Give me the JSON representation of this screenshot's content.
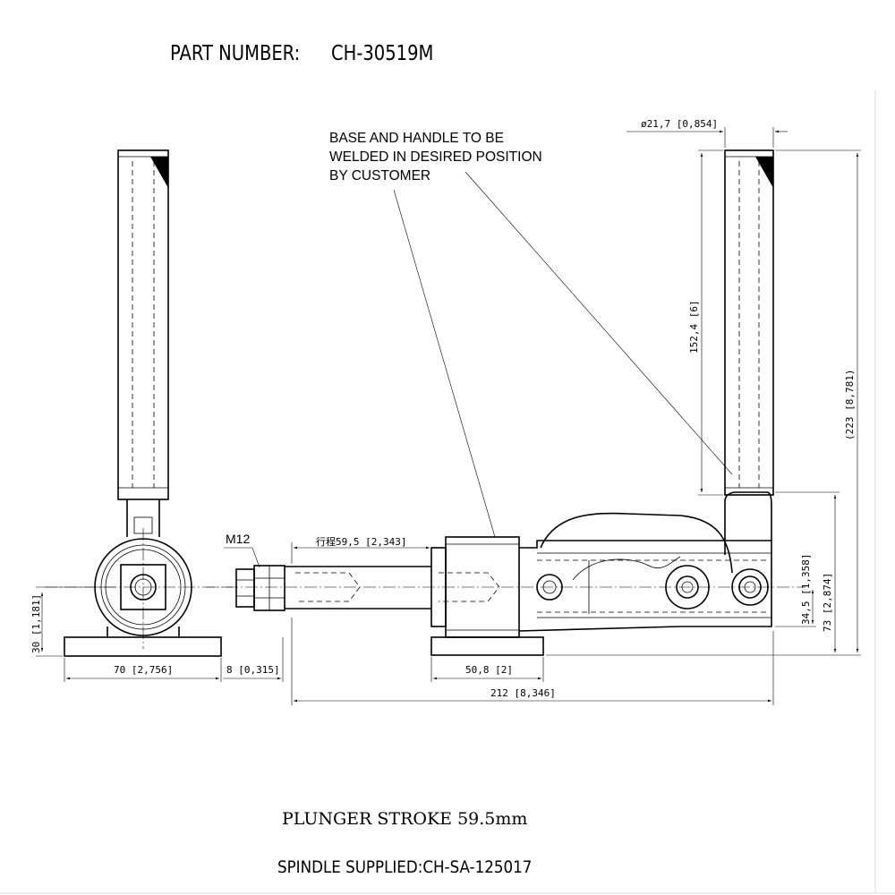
{
  "header": {
    "part_number_label": "PART NUMBER:",
    "part_number_value": "CH-30519M"
  },
  "note": {
    "line1": "BASE AND HANDLE TO BE",
    "line2": "WELDED IN DESIRED POSITION",
    "line3": "BY CUSTOMER"
  },
  "dimensions": {
    "handle_diameter": "ø21,7 [0,854]",
    "handle_length": "152,4 [6]",
    "overall_height": "(223 [8,781)",
    "right_height": "73 [2,874]",
    "center_height_side": "34,5 [1,358]",
    "stroke": "行程59,5 [2,343]",
    "thread": "M12",
    "left_center_height": "30 [1,181]",
    "base_width": "70 [2,756]",
    "base_thickness": "8 [0,315]",
    "base_length": "50,8 [2]",
    "overall_length": "212 [8,346]"
  },
  "footer": {
    "plunger_stroke": "PLUNGER STROKE 59.5mm",
    "spindle": "SPINDLE SUPPLIED:CH-SA-125017"
  }
}
